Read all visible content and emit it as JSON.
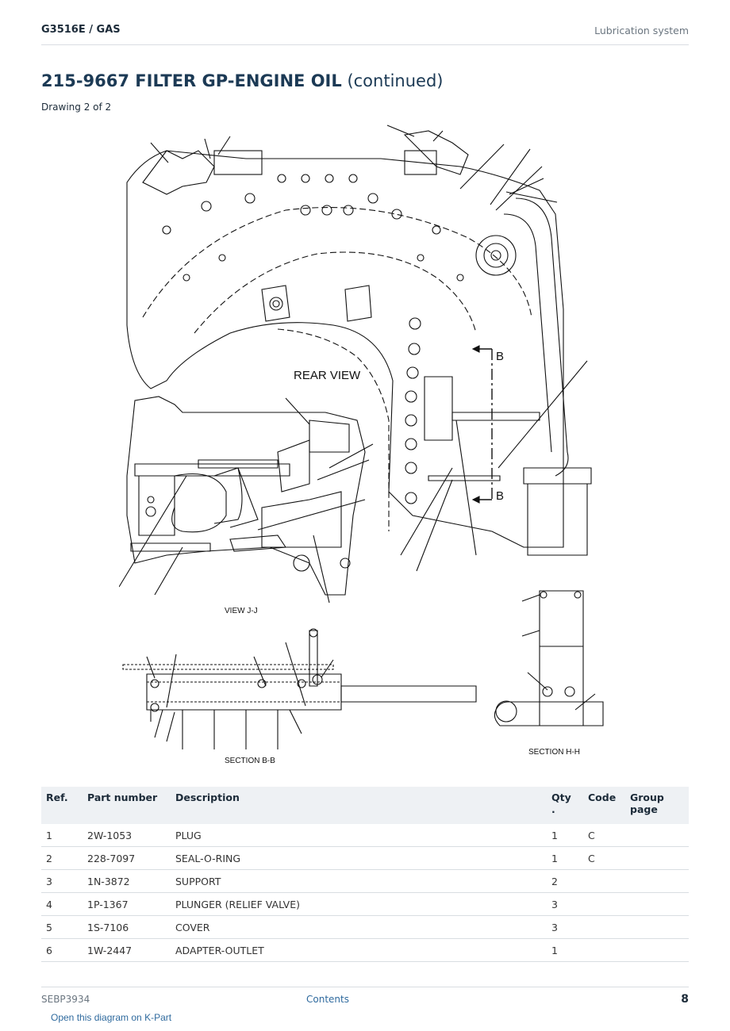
{
  "header": {
    "model": "G3516E  /  GAS",
    "section": "Lubrication system"
  },
  "title": {
    "main": "215-9667 FILTER GP-ENGINE OIL",
    "suffix": "(continued)"
  },
  "subtitle": "Drawing 2 of 2",
  "drawing": {
    "labels": {
      "rear_view": "REAR VIEW",
      "view_jj": "VIEW J-J",
      "section_bb": "SECTION B-B",
      "section_hh": "SECTION H-H",
      "marker_b": "B"
    }
  },
  "table": {
    "headers": {
      "ref": "Ref.",
      "part_number": "Part number",
      "description": "Description",
      "qty_line1": "Qty",
      "qty_line2": ".",
      "code": "Code",
      "group_line1": "Group",
      "group_line2": "page"
    },
    "rows": [
      {
        "ref": "1",
        "part": "2W-1053",
        "desc": "PLUG",
        "qty": "1",
        "code": "C",
        "group": ""
      },
      {
        "ref": "2",
        "part": "228-7097",
        "desc": "SEAL-O-RING",
        "qty": "1",
        "code": "C",
        "group": ""
      },
      {
        "ref": "3",
        "part": "1N-3872",
        "desc": "SUPPORT",
        "qty": "2",
        "code": "",
        "group": ""
      },
      {
        "ref": "4",
        "part": "1P-1367",
        "desc": "PLUNGER (RELIEF VALVE)",
        "qty": "3",
        "code": "",
        "group": ""
      },
      {
        "ref": "5",
        "part": "1S-7106",
        "desc": "COVER",
        "qty": "3",
        "code": "",
        "group": ""
      },
      {
        "ref": "6",
        "part": "1W-2447",
        "desc": "ADAPTER-OUTLET",
        "qty": "1",
        "code": "",
        "group": ""
      }
    ]
  },
  "footer": {
    "doc_id": "SEBP3934",
    "contents": "Contents",
    "page": "8",
    "kpart_link": "Open this diagram on K-Part"
  }
}
